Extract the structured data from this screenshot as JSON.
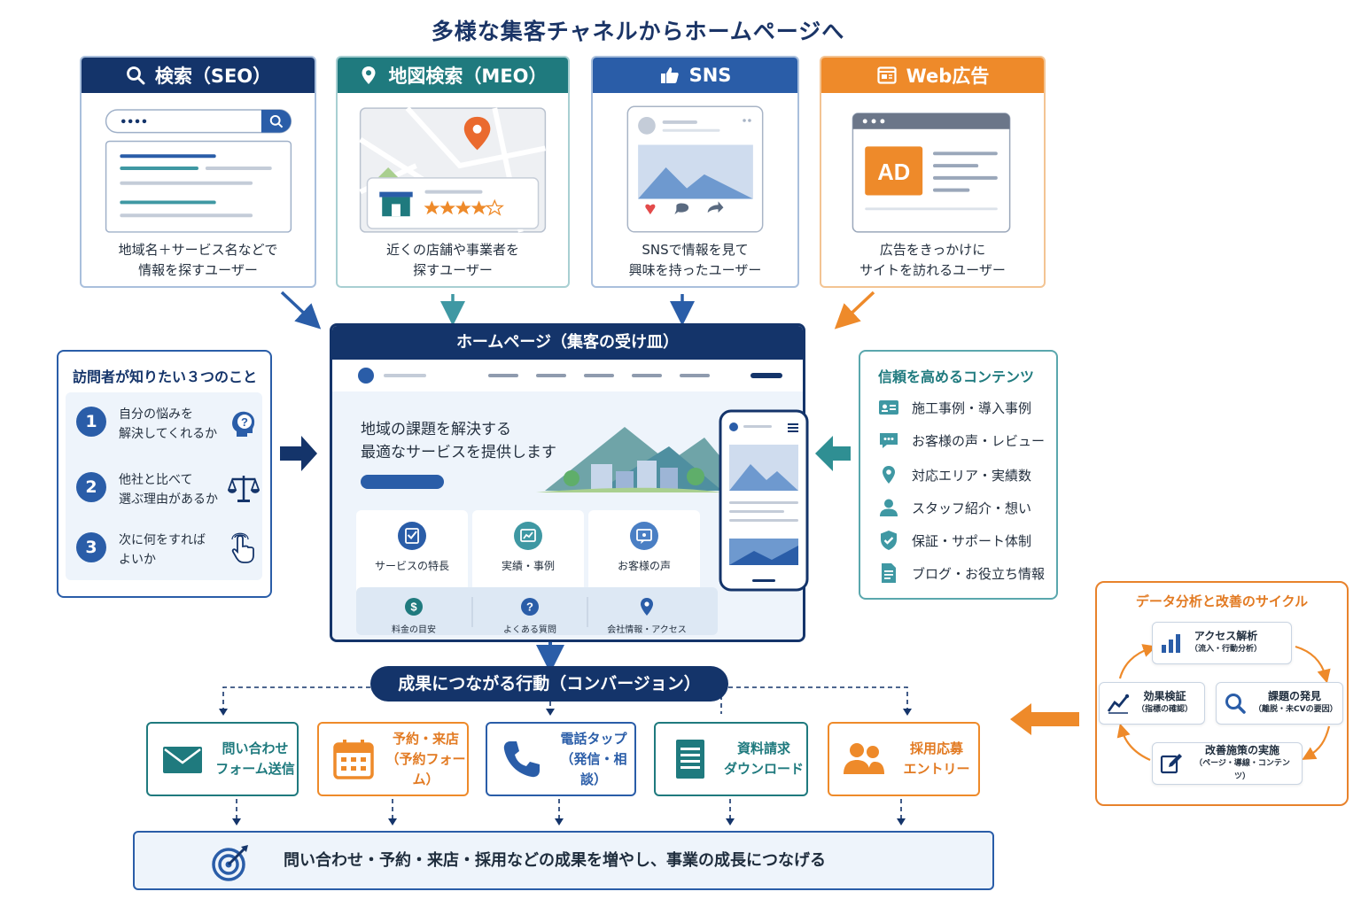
{
  "title": "多様な集客チャネルからホームページへ",
  "channels": [
    {
      "label": "検索（SEO）",
      "icon": "magnifier-icon",
      "color": "#14346a",
      "caption": [
        "地域名＋サービス名などで",
        "情報を探すユーザー"
      ]
    },
    {
      "label": "地図検索（MEO）",
      "icon": "map-pin-icon",
      "color": "#1f7a7e",
      "caption": [
        "近くの店舗や事業者を",
        "探すユーザー"
      ]
    },
    {
      "label": "SNS",
      "icon": "thumbs-up-icon",
      "color": "#2a5da8",
      "caption": [
        "SNSで情報を見て",
        "興味を持ったユーザー"
      ]
    },
    {
      "label": "Web広告",
      "icon": "browser-ad-icon",
      "color": "#ee8a2a",
      "caption": [
        "広告をきっかけに",
        "サイトを訪れるユーザー"
      ],
      "ad_badge": "AD"
    }
  ],
  "visitor_needs": {
    "title": "訪問者が知りたい３つのこと",
    "items": [
      {
        "num": "1",
        "line1": "自分の悩みを",
        "line2": "解決してくれるか",
        "icon": "question-head-icon"
      },
      {
        "num": "2",
        "line1": "他社と比べて",
        "line2": "選ぶ理由があるか",
        "icon": "balance-scale-icon"
      },
      {
        "num": "3",
        "line1": "次に何をすれば",
        "line2": "よいか",
        "icon": "pointing-hand-icon"
      }
    ]
  },
  "homepage": {
    "title": "ホームページ（集客の受け皿）",
    "hero_line1": "地域の課題を解決する",
    "hero_line2": "最適なサービスを提供します",
    "services": [
      {
        "label": "サービスの特長",
        "icon": "checklist-icon"
      },
      {
        "label": "実績・事例",
        "icon": "chart-board-icon"
      },
      {
        "label": "お客様の声",
        "icon": "chat-screen-icon"
      }
    ],
    "subs": [
      {
        "label": "料金の目安",
        "icon": "dollar-icon"
      },
      {
        "label": "よくある質問",
        "icon": "question-icon"
      },
      {
        "label": "会社情報・アクセス",
        "icon": "location-icon"
      }
    ]
  },
  "trust": {
    "title": "信頼を高めるコンテンツ",
    "items": [
      {
        "label": "施工事例・導入事例",
        "icon": "id-card-icon"
      },
      {
        "label": "お客様の声・レビュー",
        "icon": "speech-bubble-icon"
      },
      {
        "label": "対応エリア・実績数",
        "icon": "pin-icon"
      },
      {
        "label": "スタッフ紹介・想い",
        "icon": "person-icon"
      },
      {
        "label": "保証・サポート体制",
        "icon": "shield-check-icon"
      },
      {
        "label": "ブログ・お役立ち情報",
        "icon": "document-icon"
      }
    ]
  },
  "conversion": {
    "title": "成果につながる行動（コンバージョン）",
    "actions": [
      {
        "line1": "問い合わせ",
        "line2": "フォーム送信",
        "icon": "envelope-icon",
        "color": "#1f7a7e"
      },
      {
        "line1": "予約・来店",
        "line2": "（予約フォーム）",
        "icon": "calendar-icon",
        "color": "#ee8a2a"
      },
      {
        "line1": "電話タップ",
        "line2": "（発信・相談）",
        "icon": "phone-icon",
        "color": "#2a5da8"
      },
      {
        "line1": "資料請求",
        "line2": "ダウンロード",
        "icon": "document-list-icon",
        "color": "#1f7a7e"
      },
      {
        "line1": "採用応募",
        "line2": "エントリー",
        "icon": "people-icon",
        "color": "#ee8a2a"
      }
    ]
  },
  "goal": "問い合わせ・予約・来店・採用などの成果を増やし、事業の成長につなげる",
  "cycle": {
    "title": "データ分析と改善のサイクル",
    "steps": [
      {
        "title": "アクセス解析",
        "sub": "（流入・行動分析）",
        "icon": "bar-chart-icon"
      },
      {
        "title": "課題の発見",
        "sub": "（離脱・未CVの要因）",
        "icon": "magnifier-icon"
      },
      {
        "title": "改善施策の実施",
        "sub": "（ページ・導線・コンテンツ）",
        "icon": "edit-icon"
      },
      {
        "title": "効果検証",
        "sub": "（指標の確認）",
        "icon": "trend-line-icon"
      }
    ]
  },
  "colors": {
    "navy": "#14346a",
    "teal": "#1f7a7e",
    "blue": "#2a5da8",
    "orange": "#ee8a2a"
  }
}
